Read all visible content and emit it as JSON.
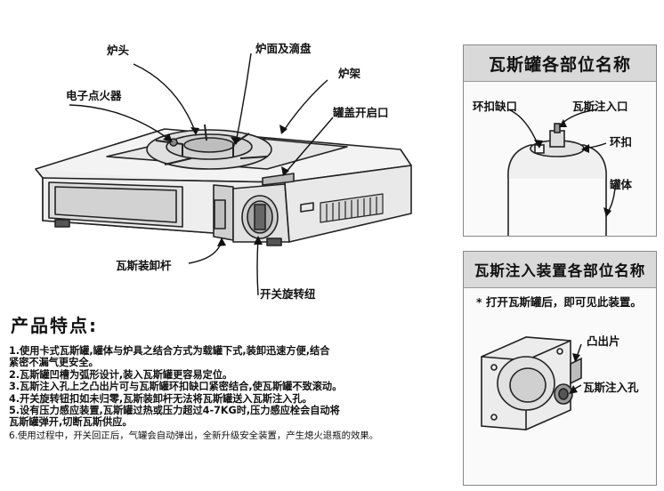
{
  "stove_labels": {
    "burner_head": "炉头",
    "stove_top_drip_tray": "炉面及滴盘",
    "electronic_igniter": "电子点火器",
    "pot_support": "炉架",
    "canister_cover_opening": "罐盖开启口",
    "gas_loading_lever": "瓦斯装卸杆",
    "switch_knob": "开关旋转纽"
  },
  "canister_panel": {
    "title": "瓦斯罐各部位名称",
    "labels": {
      "ring_notch": "环扣缺口",
      "gas_inlet": "瓦斯注入口",
      "ring_buckle": "环扣",
      "can_body": "罐体"
    }
  },
  "injector_panel": {
    "title": "瓦斯注入装置各部位名称",
    "note_mark": "*",
    "note": "打开瓦斯罐后，即可见此装置。",
    "labels": {
      "protrusion": "凸出片",
      "gas_inlet_hole": "瓦斯注入孔"
    }
  },
  "features": {
    "title": "产品特点:",
    "items": [
      "1.使用卡式瓦斯罐,罐体与炉具之结合方式为载罐下式,装卸迅速方便,结合\n紧密不漏气更安全。",
      "2.瓦斯罐凹槽为弧形设计,装入瓦斯罐更容易定位。",
      "3.瓦斯注入孔上之凸出片可与瓦斯罐环扣缺口紧密结合,使瓦斯罐不致滚动。",
      "4.开关旋转钮扣如未归零,瓦斯装卸杆无法将瓦斯罐送入瓦斯注入孔。",
      "5.设有压力感应装置,瓦斯罐过热或压力超过4-7KG时,压力感应栓会自动将\n瓦斯罐弹开,切断瓦斯供应。",
      "6.使用过程中，开关回正后，气罐会自动弹出，全新升级安全装置，产生熄火退瓶的效果。"
    ]
  }
}
